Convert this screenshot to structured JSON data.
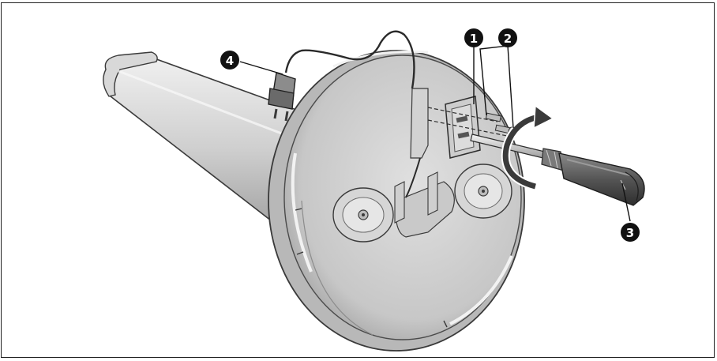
{
  "figure": {
    "callouts": [
      {
        "id": "1",
        "label": "1"
      },
      {
        "id": "2",
        "label": "2"
      },
      {
        "id": "3",
        "label": "3"
      },
      {
        "id": "4",
        "label": "4"
      }
    ],
    "colors": {
      "metal_light": "#e4e4e4",
      "metal_mid": "#bdbdbd",
      "metal_dark": "#8a8a8a",
      "outline": "#3a3a3a",
      "handle": "#5f5f5f",
      "callout_fill": "#111111",
      "arrow": "#3a3a3a"
    }
  }
}
